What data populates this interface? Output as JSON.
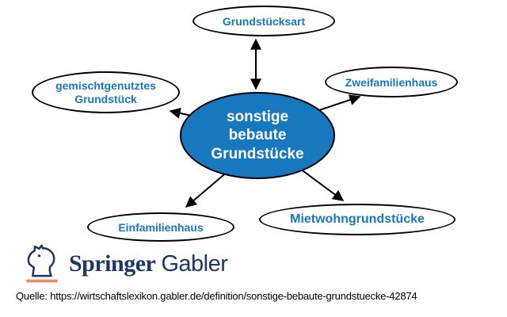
{
  "diagram": {
    "nodes": {
      "center": {
        "lines": [
          "sonstige",
          "bebaute",
          "Grundstücke"
        ],
        "fill": "#1778be",
        "text_color": "#ffffff"
      },
      "grundstuecksart": {
        "label": "Grundstücksart"
      },
      "gemischtgenutztes": {
        "lines": [
          "gemischtgenutztes",
          "Grundstück"
        ]
      },
      "zweifamilienhaus": {
        "label": "Zweifamilienhaus"
      },
      "einfamilienhaus": {
        "label": "Einfamilienhaus"
      },
      "mietwohngrundstuecke": {
        "label": "Mietwohngrundstücke"
      }
    },
    "colors": {
      "node_label_blue": "#1778be",
      "outline": "#000000",
      "background": "#ffffff"
    }
  },
  "footer": {
    "logo": {
      "icon": "knight-icon",
      "name_serif": "Springer",
      "name_sans": "Gabler",
      "navy": "#1c3765",
      "orange": "#ef8a60"
    },
    "source_line": "Quelle: https://wirtschaftslexikon.gabler.de/definition/sonstige-bebaute-grundstuecke-42874"
  }
}
